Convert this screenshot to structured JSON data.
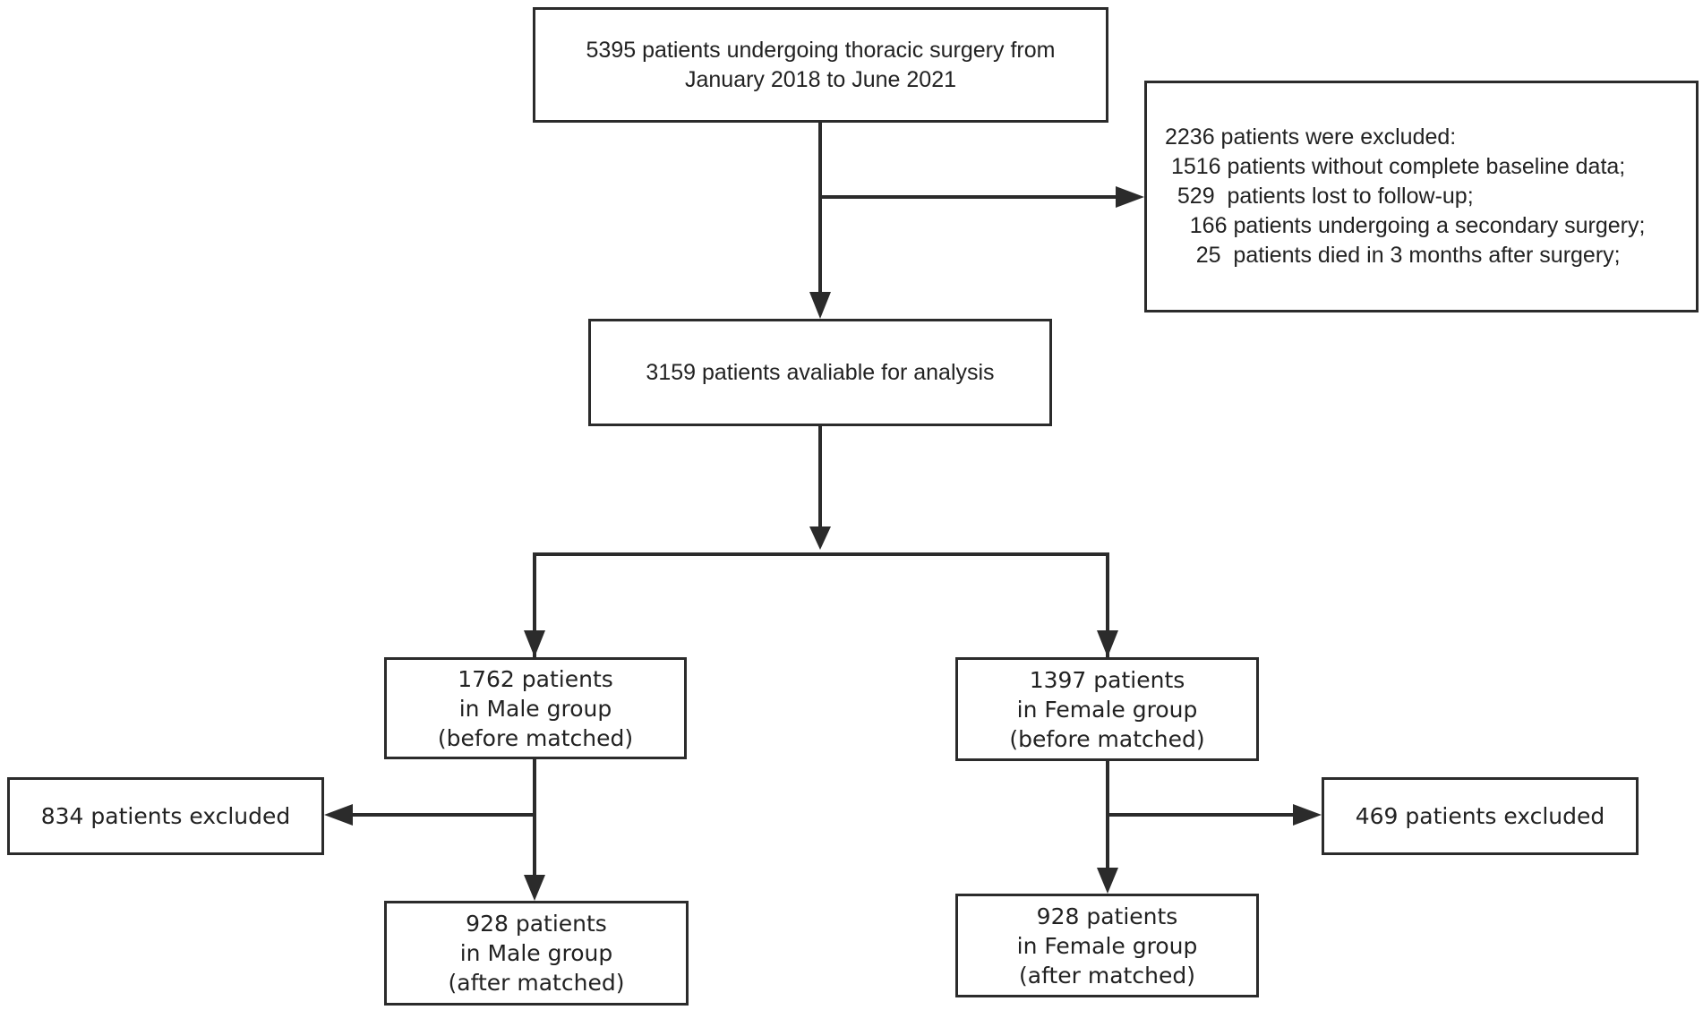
{
  "nodes": {
    "total": {
      "lines": [
        "5395 patients undergoing thoracic surgery from",
        "January 2018 to June 2021"
      ]
    },
    "excluded_initial": {
      "lines": [
        "2236 patients were excluded:",
        " 1516 patients without complete baseline data;",
        "  529  patients lost to follow-up;",
        "    166 patients undergoing a secondary surgery;",
        "     25  patients died in 3 months after surgery;"
      ]
    },
    "available": {
      "lines": [
        "3159 patients avaliable for analysis"
      ]
    },
    "male_before": {
      "lines": [
        "1762 patients",
        "in Male group",
        "(before matched)"
      ]
    },
    "female_before": {
      "lines": [
        "1397 patients",
        "in Female group",
        "(before matched)"
      ]
    },
    "male_excluded": {
      "lines": [
        "834 patients excluded"
      ]
    },
    "female_excluded": {
      "lines": [
        "469 patients excluded"
      ]
    },
    "male_after": {
      "lines": [
        "928 patients",
        "in Male group",
        "(after matched)"
      ]
    },
    "female_after": {
      "lines": [
        "928 patients",
        "in Female group",
        "(after matched)"
      ]
    }
  },
  "edges": [
    {
      "from": "total",
      "to": "available"
    },
    {
      "from": "total",
      "to": "excluded_initial"
    },
    {
      "from": "available",
      "to": "male_before"
    },
    {
      "from": "available",
      "to": "female_before"
    },
    {
      "from": "male_before",
      "to": "male_excluded"
    },
    {
      "from": "male_before",
      "to": "male_after"
    },
    {
      "from": "female_before",
      "to": "female_excluded"
    },
    {
      "from": "female_before",
      "to": "female_after"
    }
  ],
  "colors": {
    "stroke": "#2b2b2b",
    "text": "#222222",
    "background": "#ffffff"
  }
}
